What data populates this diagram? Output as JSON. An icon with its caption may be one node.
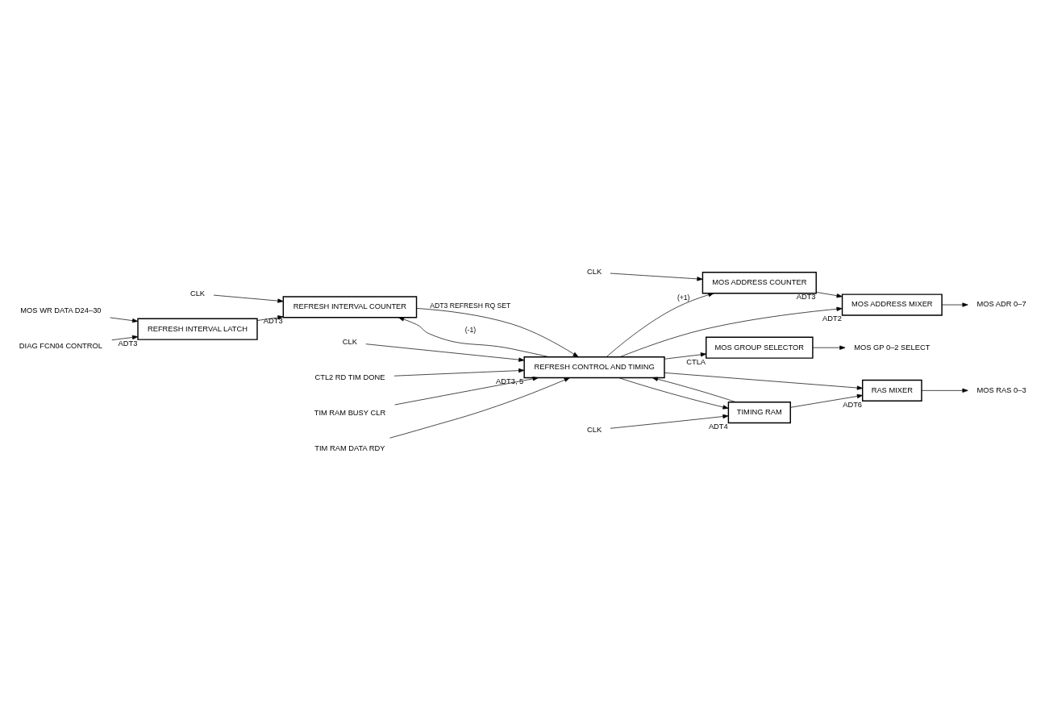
{
  "diagram": {
    "nodes": [
      {
        "text": [
          "MOS WR DATA D24–30"
        ]
      },
      {
        "text": [
          "DIAG FCN04 CONTROL"
        ]
      },
      {
        "text": [
          "CLK"
        ]
      },
      {
        "text": [
          "REFRESH INTERVAL LATCH"
        ],
        "beside": [
          "ADT3"
        ]
      },
      {
        "text": [
          "REFRESH INTERVAL COUNTER"
        ],
        "beside": [
          "ADT3"
        ]
      },
      {
        "text": [
          "MOS GROUP SELECTOR"
        ],
        "beside": [
          "CTLA"
        ]
      },
      {
        "text": [
          "MOS GP 0–2 SELECT"
        ]
      },
      {
        "text": [
          "CLK"
        ]
      },
      {
        "text": [
          "MOS ADDRESS COUNTER"
        ],
        "beside": [
          "ADT3"
        ]
      },
      {
        "text": [
          "MOS ADDRESS MIXER"
        ],
        "beside": [
          "ADT2"
        ]
      },
      {
        "text": [
          "MOS ADR 0–7"
        ]
      },
      {
        "text": [
          "REFRESH CONTROL AND TIMING"
        ],
        "beside": [
          "ADT3, 5"
        ]
      },
      {
        "text": [
          "CLK"
        ]
      },
      {
        "text": [
          "CTL2 RD TIM DONE"
        ]
      },
      {
        "text": [
          "TIMING RAM"
        ],
        "beside": [
          "ADT4"
        ]
      },
      {
        "text": [
          "RAS MIXER"
        ],
        "beside": [
          "ADT6"
        ]
      },
      {
        "text": [
          "MOS RAS 0–3"
        ]
      },
      {
        "text": [
          "CLK"
        ]
      },
      {
        "text": [
          "TIM RAM BUSY CLR"
        ]
      },
      {
        "text": [
          "TIM RAM DATA RDY"
        ]
      }
    ],
    "edges": [
      {
        "from": 0,
        "to": 3,
        "arrow": "to"
      },
      {
        "from": 1,
        "to": 3,
        "arrow": "to"
      },
      {
        "from": 3,
        "to": 4,
        "arrow": "to"
      },
      {
        "from": 2,
        "to": 4,
        "arrow": "to"
      },
      {
        "from": 4,
        "to": 11,
        "arrow": "to",
        "label": "ADT3 REFRESH RQ SET"
      },
      {
        "from": 11,
        "to": 4,
        "arrow": "to",
        "label": "(-1)"
      },
      {
        "from": 11,
        "to": 8,
        "arrow": "to",
        "label": "(+1)"
      },
      {
        "from": 11,
        "to": 5,
        "arrow": "to"
      },
      {
        "from": 11,
        "to": 9,
        "arrow": "to"
      },
      {
        "from": 11,
        "to": 15,
        "arrow": "to"
      },
      {
        "from": 11,
        "to": 14,
        "arrow": "to"
      },
      {
        "from": 7,
        "to": 8,
        "arrow": "to"
      },
      {
        "from": 8,
        "to": 9,
        "arrow": "to"
      },
      {
        "from": 5,
        "to": 6,
        "arrow": "to"
      },
      {
        "from": 9,
        "to": 10,
        "arrow": "to"
      },
      {
        "from": 12,
        "to": 11,
        "arrow": "to"
      },
      {
        "from": 13,
        "to": 11,
        "arrow": "to"
      },
      {
        "from": 14,
        "to": 15,
        "arrow": "to"
      },
      {
        "from": 17,
        "to": 14,
        "arrow": "to"
      },
      {
        "from": 15,
        "to": 16,
        "arrow": "to"
      },
      {
        "from": 14,
        "to": 11,
        "arrow": "to"
      },
      {
        "from": 18,
        "to": 11,
        "arrow": "to"
      },
      {
        "from": 19,
        "to": 11,
        "arrow": "to"
      }
    ]
  }
}
